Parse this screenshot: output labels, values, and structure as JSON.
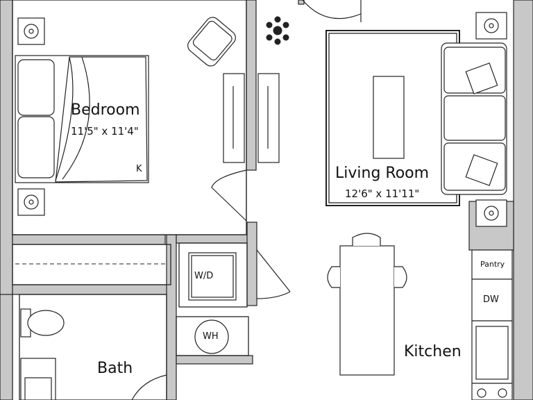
{
  "rooms": {
    "bedroom": {
      "name": "Bedroom",
      "dimensions": "11'5\" x 11'4\"",
      "bed_size": "K"
    },
    "living_room": {
      "name": "Living Room",
      "dimensions": "12'6\" x 11'11\""
    },
    "bath": {
      "name": "Bath"
    },
    "kitchen": {
      "name": "Kitchen"
    }
  },
  "fixtures": {
    "washer_dryer": "W/D",
    "water_heater": "WH",
    "pantry": "Pantry",
    "dishwasher": "DW"
  },
  "colors": {
    "wall": "#c8c8c8",
    "line": "#222222",
    "background": "#ffffff"
  },
  "icons": [
    "fan-icon",
    "plant-icon",
    "door-swing-icon"
  ]
}
